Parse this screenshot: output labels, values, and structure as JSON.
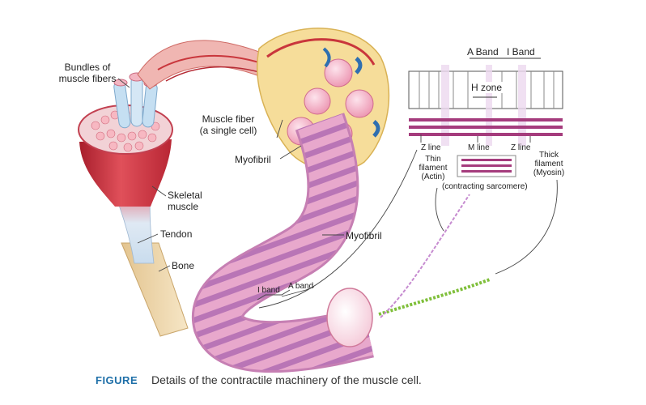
{
  "labels": {
    "bundles": "Bundles of\nmuscle fibers",
    "muscle_fiber": "Muscle fiber\n(a single cell)",
    "myofibril_top": "Myofibril",
    "skeletal_muscle": "Skeletal\nmuscle",
    "tendon": "Tendon",
    "bone": "Bone",
    "myofibril_mid": "Myofibril",
    "i_band_bottom": "I band",
    "a_band_bottom": "A band",
    "a_band_top": "A Band",
    "i_band_top": "I Band",
    "h_zone": "H zone",
    "z_line_left": "Z line",
    "m_line": "M line",
    "z_line_right": "Z line",
    "thin_filament": "Thin\nfilament\n(Actin)",
    "thick_filament": "Thick\nfilament\n(Myosin)",
    "contracting": "(contracting sarcomere)"
  },
  "caption": {
    "label": "FIGURE",
    "text": "Details of the contractile machinery of the muscle cell."
  },
  "colors": {
    "muscle_red": "#c8323c",
    "fiber_pink": "#e9a4c8",
    "band_purple": "#9a3d78",
    "tendon_blue": "#bfd6ea",
    "bone_tan": "#ecd3a6",
    "caption_blue": "#1e6fa8",
    "actin_green": "#7fbf3a"
  }
}
